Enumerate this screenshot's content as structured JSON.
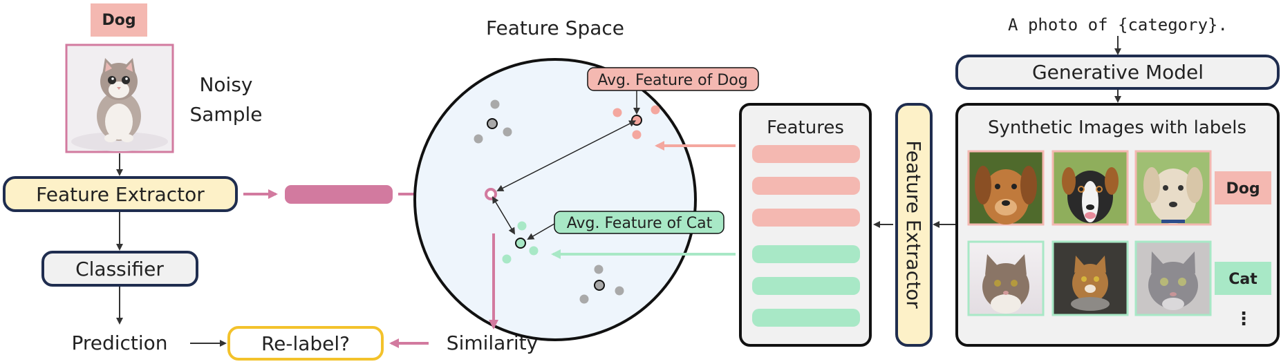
{
  "left": {
    "dog_tag": "Dog",
    "noisy_sample": [
      "Noisy",
      "Sample"
    ],
    "feature_extractor": "Feature Extractor",
    "classifier": "Classifier",
    "prediction": "Prediction",
    "relabel": "Re-label?",
    "similarity": "Similarity"
  },
  "feature_space": {
    "title": "Feature Space",
    "avg_dog": "Avg. Feature of Dog",
    "avg_cat": "Avg. Feature of Cat"
  },
  "features_panel": {
    "title": "Features"
  },
  "right": {
    "prompt": "A photo of {category}.",
    "generative_model": "Generative Model",
    "synthetic_title": "Synthetic Images with labels",
    "feature_extractor_vertical": "Feature Extractor",
    "dog_label": "Dog",
    "cat_label": "Cat",
    "ellipsis": "⋮"
  },
  "colors": {
    "pink_dark": "#d27a9f",
    "pink_light": "#f4b8b1",
    "green_light": "#a8e8c6",
    "yellow": "#fdf1c8",
    "navy": "#1f2d4f",
    "gold": "#f3c22b",
    "gray_box": "#f1f1f1",
    "space_fill": "#eef5fc"
  }
}
